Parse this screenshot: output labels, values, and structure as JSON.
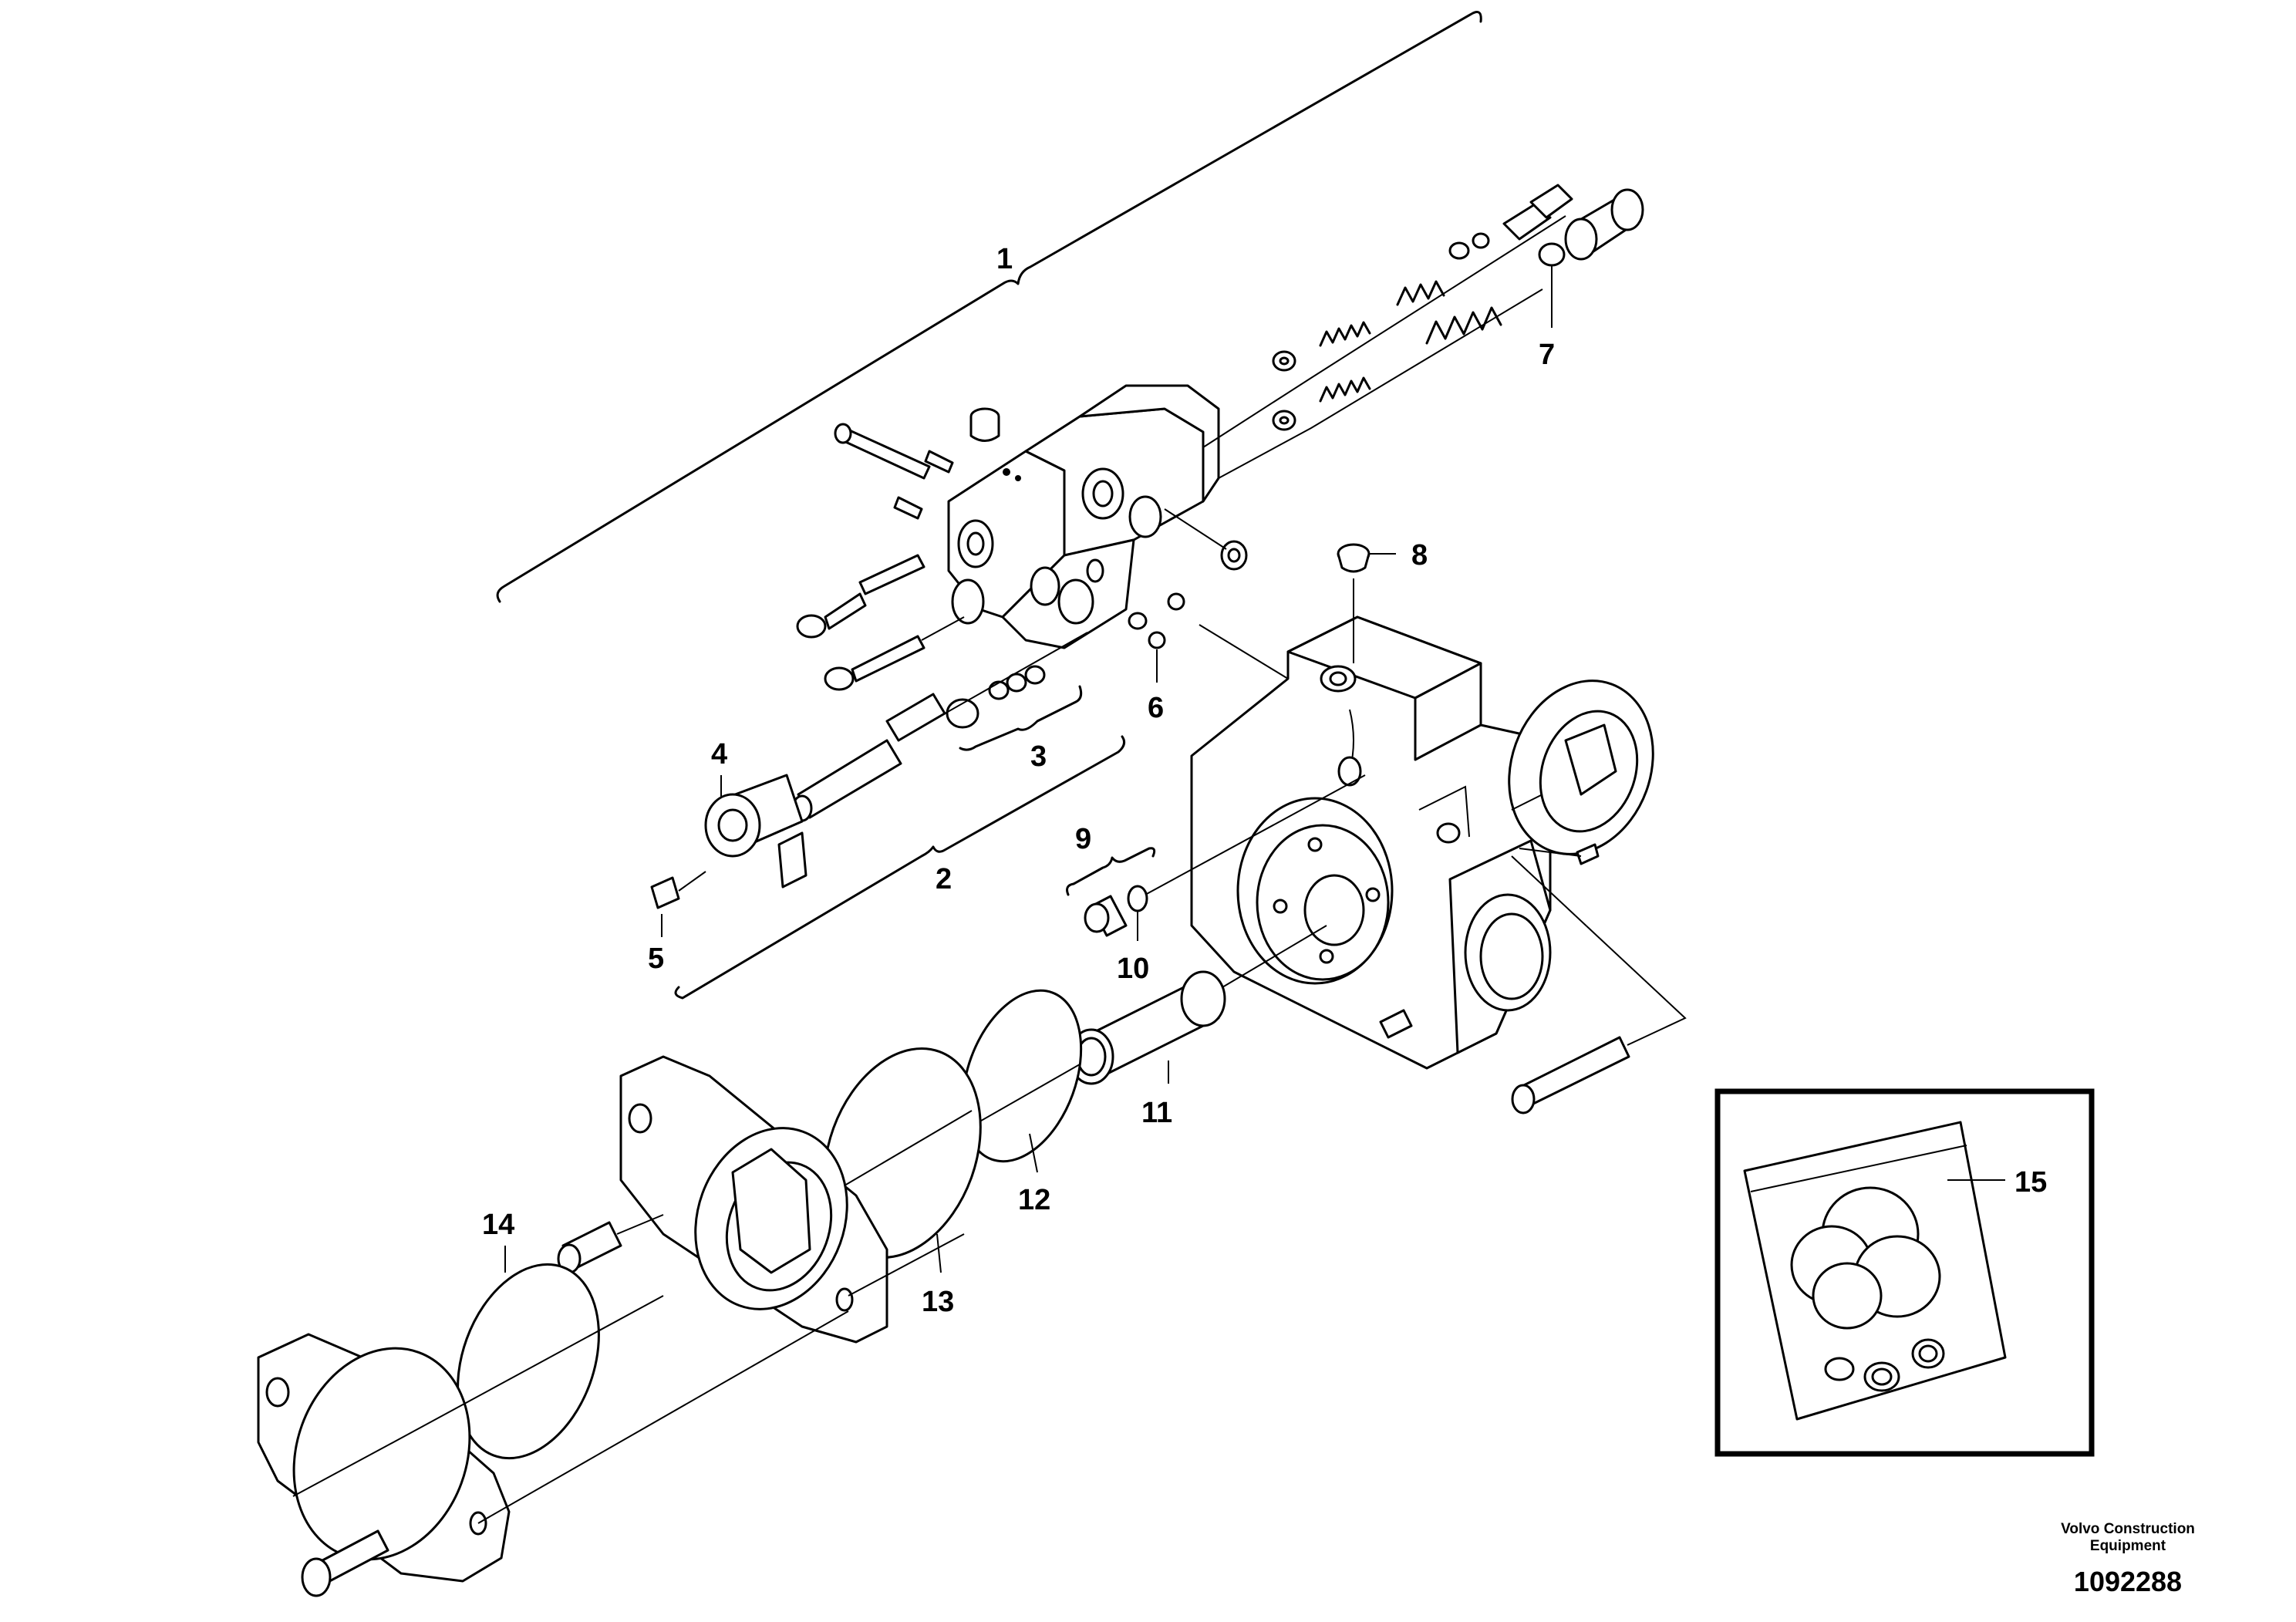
{
  "labels": {
    "l1": "1",
    "l2": "2",
    "l3": "3",
    "l4": "4",
    "l5": "5",
    "l6": "6",
    "l7": "7",
    "l8": "8",
    "l9": "9",
    "l10": "10",
    "l11": "11",
    "l12": "12",
    "l13": "13",
    "l14": "14",
    "l15": "15"
  },
  "credit": {
    "company_line1": "Volvo Construction",
    "company_line2": "Equipment",
    "drawing_number": "1092288"
  }
}
